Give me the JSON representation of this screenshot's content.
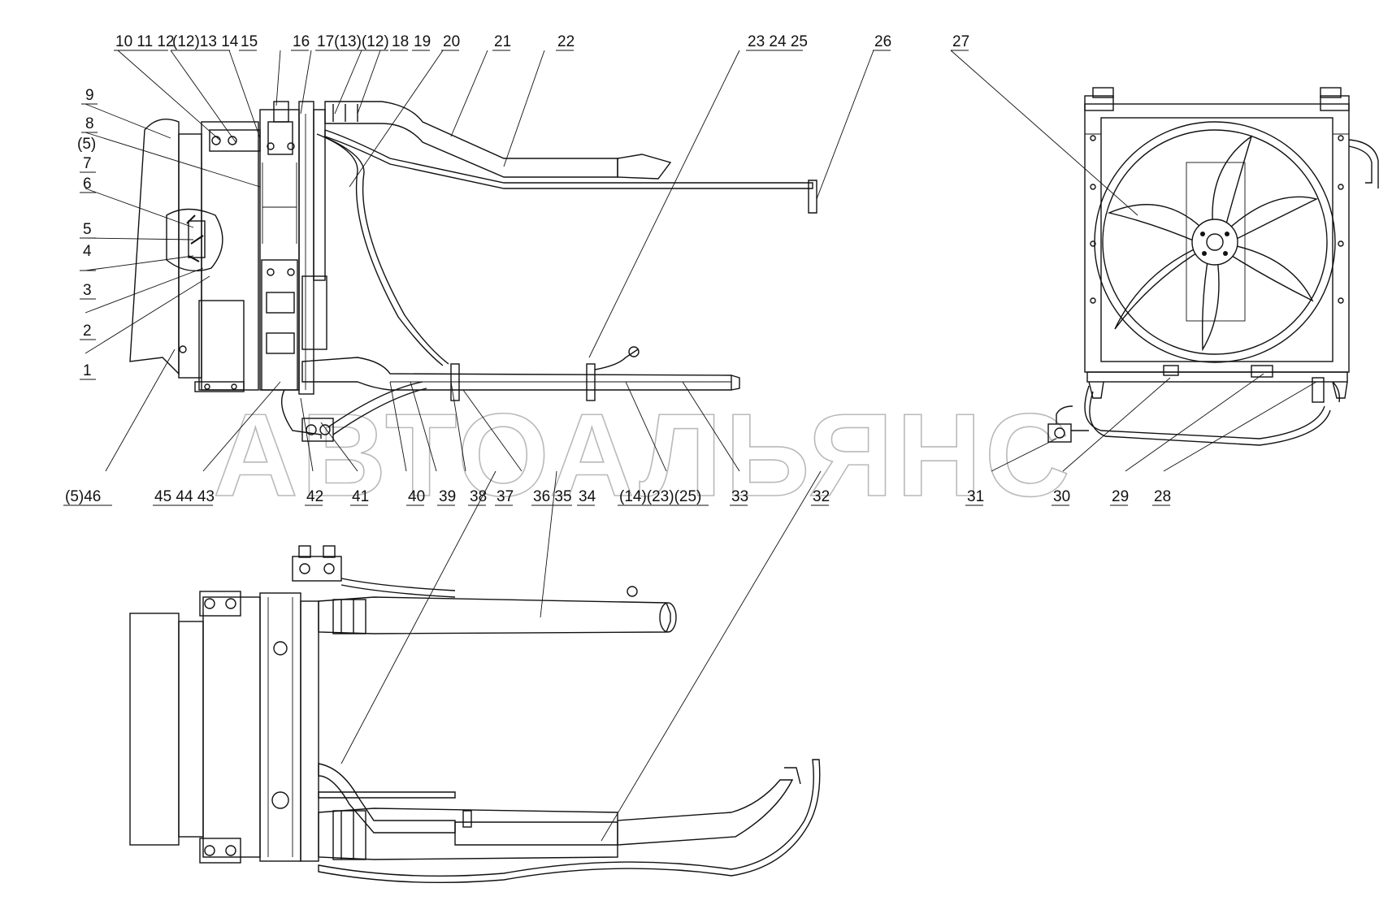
{
  "watermark": "АВТОАЛЬЯНС",
  "callouts_top": [
    "10 11 12",
    "(12)13 14",
    "15",
    "16",
    "17(13)(12)",
    "18",
    "19",
    "20",
    "21",
    "22",
    "23 24 25",
    "26",
    "27"
  ],
  "callouts_left": [
    "9",
    "8",
    "(5)",
    "7",
    "6",
    "5",
    "4",
    "3",
    "2",
    "1"
  ],
  "callouts_bottom": [
    "(5)46",
    "45 44 43",
    "42",
    "41",
    "40",
    "39",
    "38",
    "37",
    "36 35",
    "34",
    "(14)(23)(25)",
    "33",
    "32",
    "31",
    "30",
    "29",
    "28"
  ],
  "colors": {
    "line": "#111111",
    "watermark": "#b9b9b9",
    "background": "#ffffff"
  }
}
